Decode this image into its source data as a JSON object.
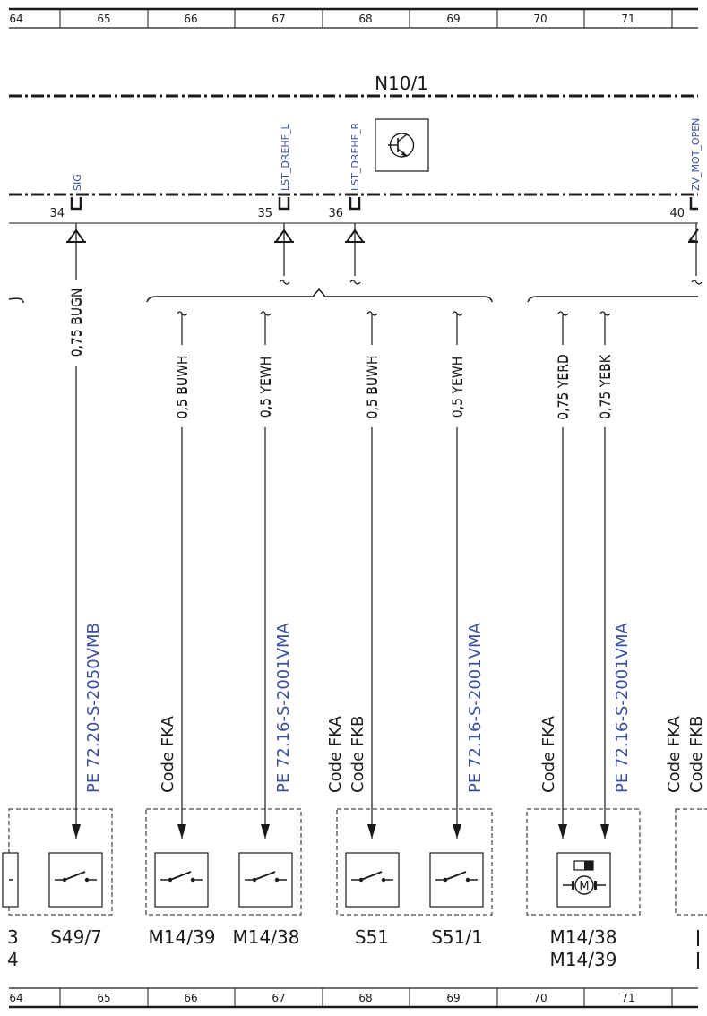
{
  "grid_columns": [
    "64",
    "65",
    "66",
    "67",
    "68",
    "69",
    "70",
    "71"
  ],
  "module": {
    "label": "N10/1",
    "pins": [
      {
        "signal": "SIG",
        "number": "34"
      },
      {
        "signal": "LST_DREHF_L",
        "number": "35"
      },
      {
        "signal": "LST_DREHF_R",
        "number": "36"
      },
      {
        "signal": "ZV_MOT_OPEN",
        "number": "40"
      }
    ]
  },
  "wires": [
    "0,75 BUGN",
    "0,5 BUWH",
    "0,5 YEWH",
    "0,5 BUWH",
    "0,5 YEWH",
    "0,75 YERD",
    "0,75 YEBK"
  ],
  "references": {
    "ref_s49": "PE 72.20-S-2050VMB",
    "ref_m14": "PE 72.16-S-2001VMA",
    "ref_s51": "PE 72.16-S-2001VMA",
    "ref_m14_38": "PE 72.16-S-2001VMA"
  },
  "codes": {
    "fka": "Code FKA",
    "fkb": "Code FKB"
  },
  "components": {
    "left_partial_1": "3",
    "left_partial_2": "4",
    "s49_7": "S49/7",
    "m14_39": "M14/39",
    "m14_38": "M14/38",
    "s51": "S51",
    "s51_1": "S51/1",
    "motor_1": "M14/38",
    "motor_2": "M14/39"
  },
  "colors": {
    "line": "#1a1a1a",
    "reference_blue": "#3b4fa0"
  }
}
